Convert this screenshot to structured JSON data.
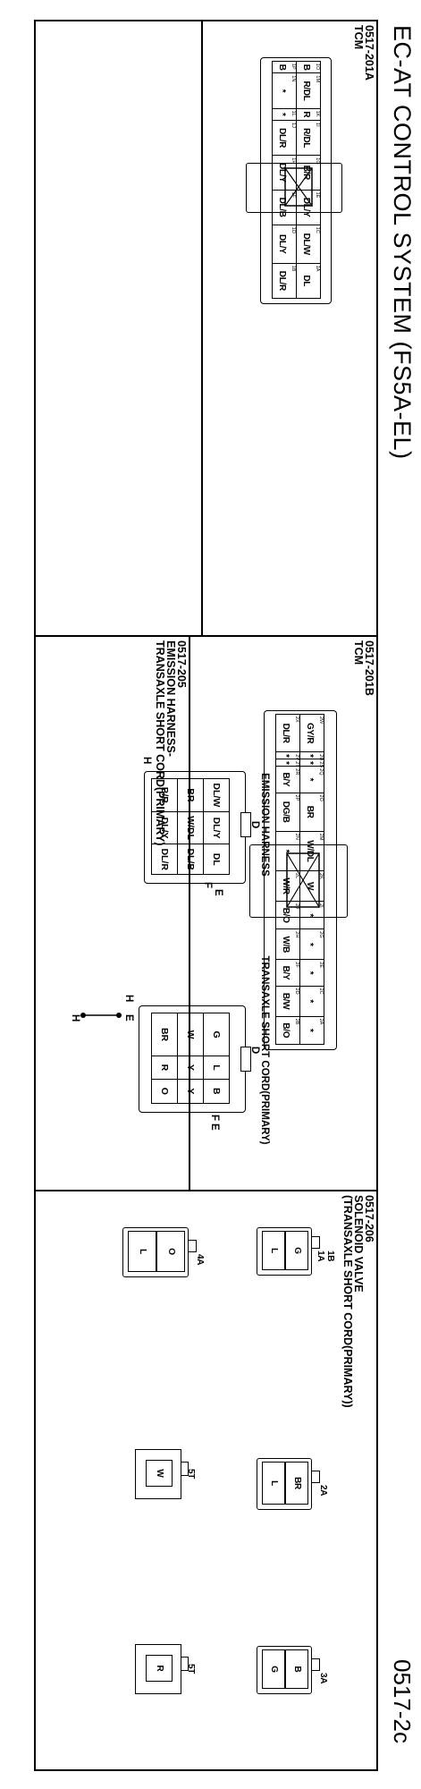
{
  "header": {
    "title": "EC-AT CONTROL SYSTEM (FS5A-EL)",
    "page_code": "0517-2c"
  },
  "conn_201a": {
    "code": "0517-201A",
    "name": "TCM",
    "top_row": [
      [
        "1O",
        "B"
      ],
      [
        "1M",
        "R/DL"
      ],
      [
        "1K",
        "R"
      ],
      [
        "1I",
        "R/DL"
      ],
      [
        "1G",
        "B/R"
      ],
      [
        "1E",
        "DL/Y"
      ],
      [
        "1C",
        "DL/W"
      ],
      [
        "1A",
        "DL"
      ]
    ],
    "bottom_row": [
      [
        "1P",
        "B"
      ],
      [
        "1N",
        "*"
      ],
      [
        "1L",
        "*"
      ],
      [
        "1J",
        "DL/R"
      ],
      [
        "1H",
        "DL/Y"
      ],
      [
        "1F",
        "DL/B"
      ],
      [
        "1D",
        "DL/Y"
      ],
      [
        "1B",
        "DL/R"
      ]
    ]
  },
  "conn_201b": {
    "code": "0517-201B",
    "name": "TCM",
    "top_row": [
      [
        "2W",
        "GY/R"
      ],
      [
        "2U",
        "*"
      ],
      [
        "2S",
        "*"
      ],
      [
        "2Q",
        "*"
      ],
      [
        "2O",
        "BR"
      ],
      [
        "2M",
        "W/DL"
      ],
      [
        "2K",
        "W"
      ],
      [
        "2I",
        "*"
      ],
      [
        "2G",
        "*"
      ],
      [
        "2E",
        "*"
      ],
      [
        "2C",
        "*"
      ],
      [
        "2A",
        "*"
      ]
    ],
    "bottom_row": [
      [
        "2X",
        "DL/R"
      ],
      [
        "2V",
        "*"
      ],
      [
        "2T",
        "*"
      ],
      [
        "2R",
        "B/Y"
      ],
      [
        "2P",
        "DG/B"
      ],
      [
        "2N",
        "*"
      ],
      [
        "2L",
        "W/R"
      ],
      [
        "2J",
        "B/O"
      ],
      [
        "2H",
        "W/B"
      ],
      [
        "2F",
        "B/Y"
      ],
      [
        "2D",
        "B/W"
      ],
      [
        "2B",
        "B/O"
      ]
    ]
  },
  "conn_205": {
    "code": "0517-205",
    "name_line1": "EMISSION HARNESS-",
    "name_line2": "TRANSAXLE SHORT CORD(PRIMARY)",
    "emission": {
      "label": "EMISSION HARNESS",
      "sub": "D",
      "rows": [
        [
          "DL/W",
          "DL/Y",
          "DL"
        ],
        [
          "BR",
          "W/DL",
          "DL/B"
        ],
        [
          "B/R",
          "DL/Y",
          "DL/R"
        ]
      ],
      "marks": [
        "H",
        "E",
        "F"
      ]
    },
    "transaxle": {
      "label": "TRANSAXLE SHORT CORD(PRIMARY)",
      "sub": "D",
      "rows": [
        [
          "G",
          "L",
          "B"
        ],
        [
          "W",
          "Y",
          "Y"
        ],
        [
          "BR",
          "R",
          "O"
        ]
      ],
      "marks": [
        "F",
        "E",
        "H",
        "E",
        "H"
      ]
    }
  },
  "conn_206": {
    "code": "0517-206",
    "name_line1": "SOLENOID VALVE",
    "name_line2": "(TRANSAXLE SHORT CORD(PRIMARY))",
    "c1": {
      "pins": [
        "1B",
        "1A"
      ],
      "wires": [
        "G",
        "L"
      ]
    },
    "c2": {
      "pins": [
        "2A"
      ],
      "wires": [
        "BR",
        "L"
      ]
    },
    "c3": {
      "pins": [
        "3A"
      ],
      "wires": [
        "B",
        "G"
      ]
    },
    "c4": {
      "pins": [
        "4A"
      ],
      "wires": [
        "O",
        "L"
      ]
    },
    "c5": {
      "pins": [
        "5T"
      ],
      "wires": [
        "W"
      ]
    },
    "c6": {
      "pins": [
        "5T"
      ],
      "wires": [
        "R"
      ]
    }
  }
}
